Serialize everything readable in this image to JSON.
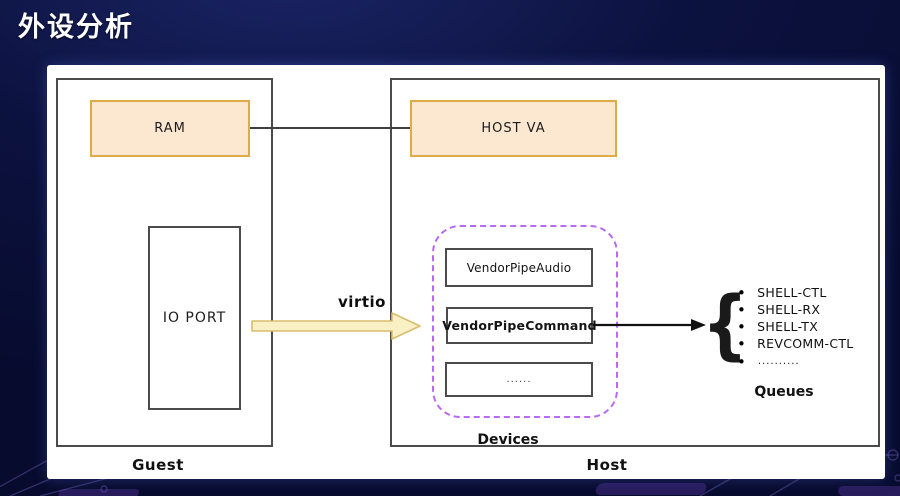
{
  "title": "外设分析",
  "panel": {
    "guest": {
      "label": "Guest",
      "ram_label": "RAM",
      "io_port_label": "IO PORT"
    },
    "virtio_label": "virtio",
    "host": {
      "label": "Host",
      "host_va_label": "HOST VA",
      "devices": {
        "label": "Devices",
        "items": [
          "VendorPipeAudio",
          "VendorPipeCommand",
          "......"
        ]
      },
      "queues": {
        "label": "Queues",
        "items": [
          "SHELL-CTL",
          "SHELL-RX",
          "SHELL-TX",
          "REVCOMM-CTL",
          ".........."
        ]
      }
    }
  },
  "icons": {
    "curly_brace": "{"
  },
  "colors": {
    "background_navy": "#0c123f",
    "accent_box_fill": "#fce8d1",
    "accent_box_border": "#e0aa47",
    "devices_dashed_border": "#b969f5",
    "virtio_arrow_fill": "#faf0c6",
    "virtio_arrow_border": "#d9bd6d",
    "box_border_gray": "#4b4b4b",
    "title_color": "#ffffff"
  }
}
